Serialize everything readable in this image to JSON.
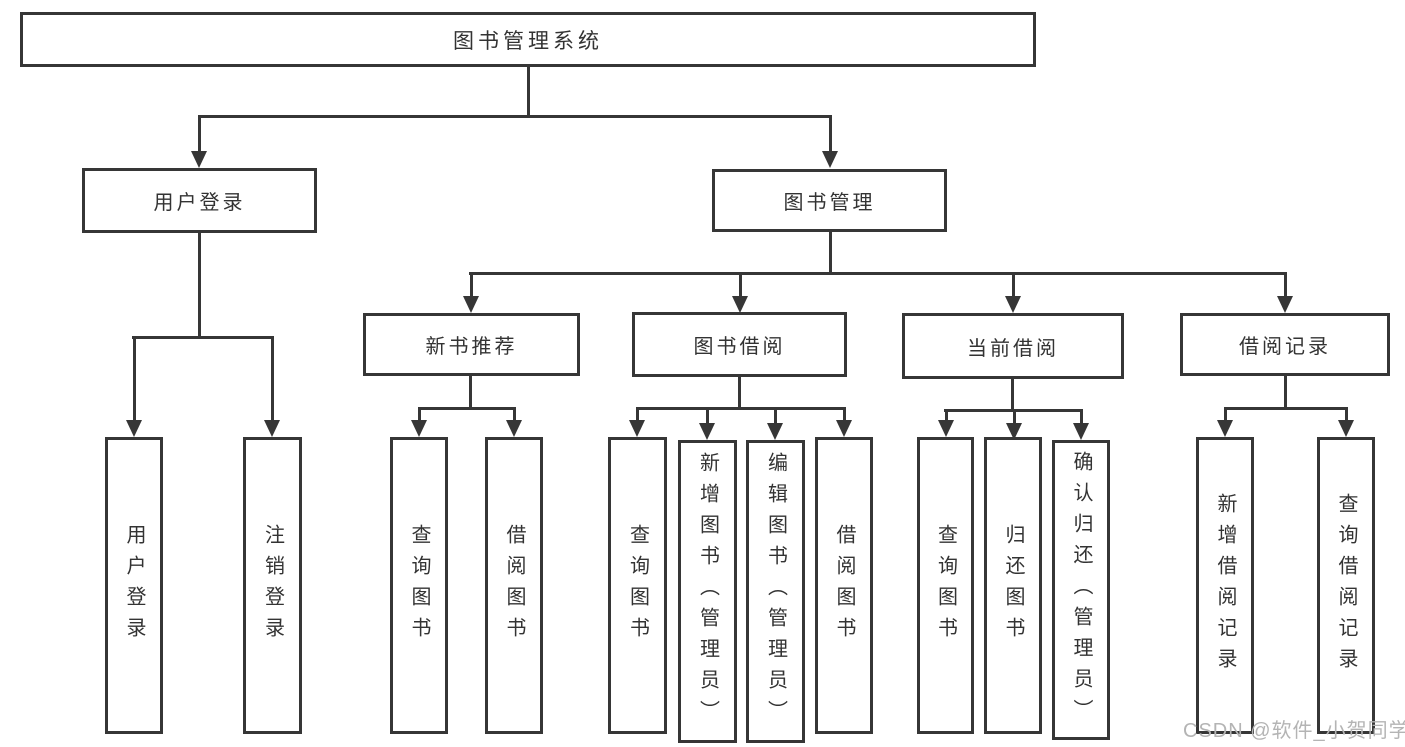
{
  "tree": {
    "root": {
      "label": "图书管理系统"
    },
    "branches": [
      {
        "label": "用户登录",
        "children": [
          {
            "label": "用户登录"
          },
          {
            "label": "注销登录"
          }
        ]
      },
      {
        "label": "图书管理",
        "children": [
          {
            "label": "新书推荐",
            "children": [
              {
                "label": "查询图书"
              },
              {
                "label": "借阅图书"
              }
            ]
          },
          {
            "label": "图书借阅",
            "children": [
              {
                "label": "查询图书"
              },
              {
                "label": "新增图书（管理员）"
              },
              {
                "label": "编辑图书（管理员）"
              },
              {
                "label": "借阅图书"
              }
            ]
          },
          {
            "label": "当前借阅",
            "children": [
              {
                "label": "查询图书"
              },
              {
                "label": "归还图书"
              },
              {
                "label": "确认归还（管理员）"
              }
            ]
          },
          {
            "label": "借阅记录",
            "children": [
              {
                "label": "新增借阅记录"
              },
              {
                "label": "查询借阅记录"
              }
            ]
          }
        ]
      }
    ]
  },
  "watermark": {
    "text": "CSDN @软件_小贺同学"
  },
  "colors": {
    "line": "#363636",
    "text": "#333333",
    "watermark": "#b4b4b4",
    "background": "#ffffff"
  }
}
